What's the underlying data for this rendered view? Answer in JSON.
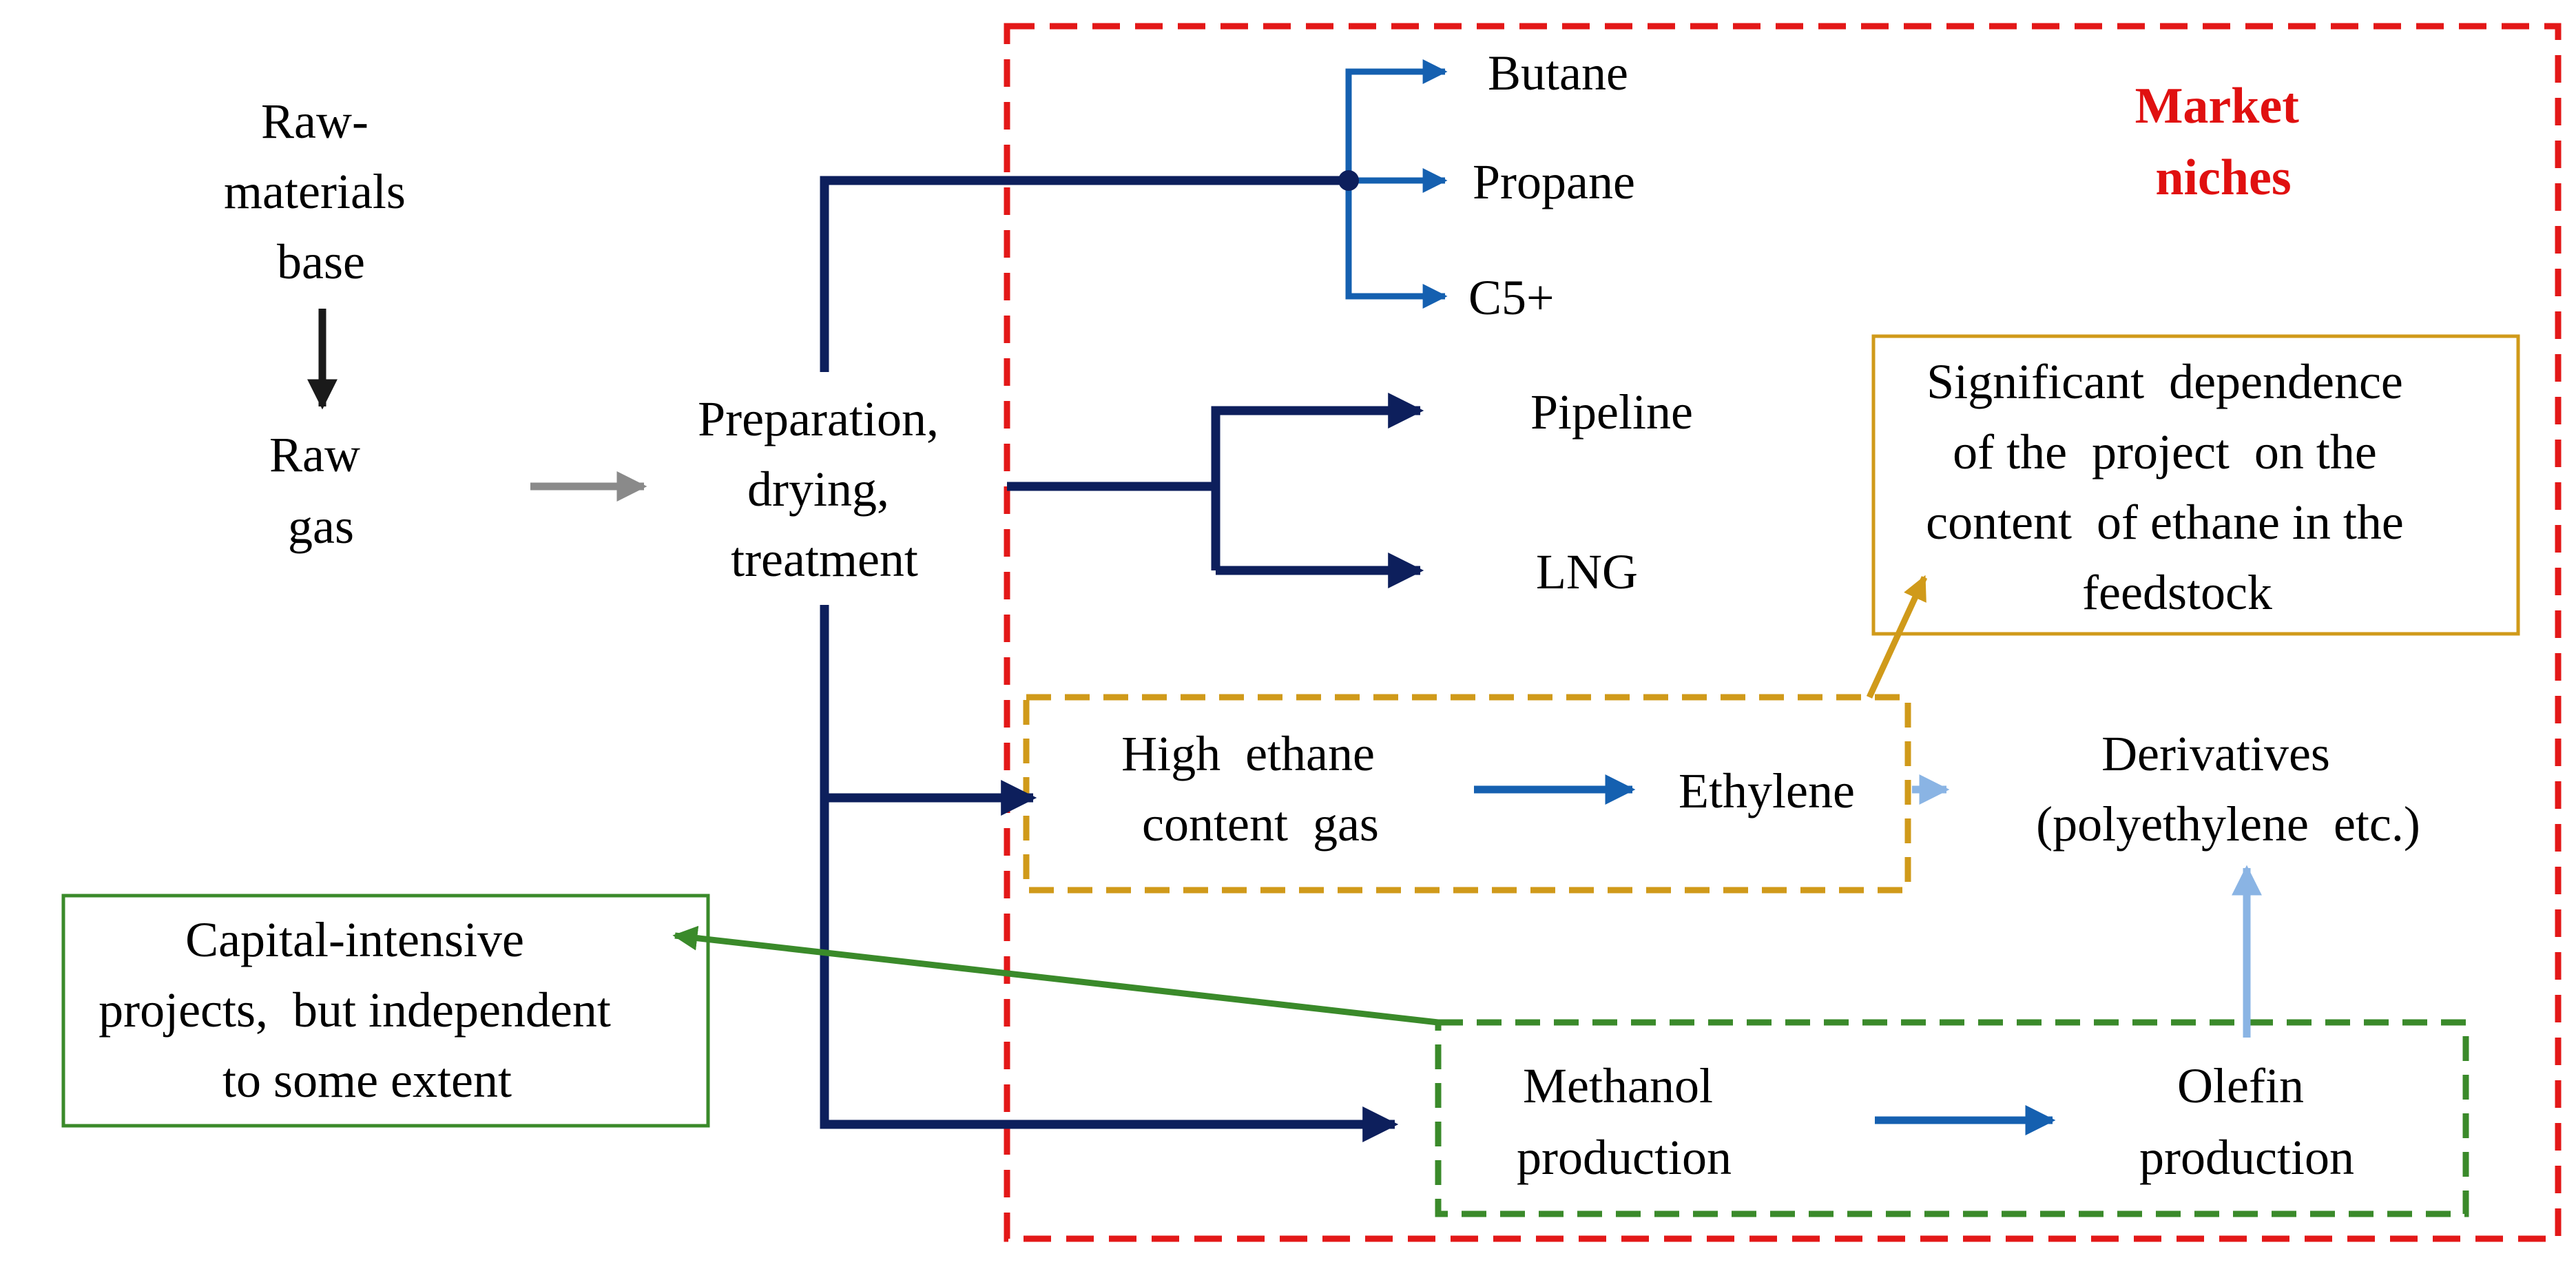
{
  "colors": {
    "market_border": "#e31818",
    "main_flow": "#0d1f5c",
    "sub_flow": "#1560b0",
    "light_flow": "#8ab4e4",
    "ethane_group": "#d09a1a",
    "methanol_group": "#3a8a2a",
    "raw_gas_arrow": "#8a8a8a",
    "down_arrow": "#1a1a1a",
    "text": "#000000",
    "market_text": "#e01010"
  },
  "nodes": {
    "raw_materials": [
      "Raw-",
      "materials",
      "base"
    ],
    "raw_gas": [
      "Raw",
      "gas"
    ],
    "preparation": [
      "Preparation,",
      "drying,",
      "treatment"
    ],
    "butane": "Butane",
    "propane": "Propane",
    "c5": "C5+",
    "pipeline": "Pipeline",
    "lng": "LNG",
    "high_ethane": [
      "High  ethane",
      "content  gas"
    ],
    "ethylene": "Ethylene",
    "derivatives": [
      "Derivatives",
      "(polyethylene  etc.)"
    ],
    "methanol": [
      "Methanol",
      "production"
    ],
    "olefin": [
      "Olefin",
      "production"
    ]
  },
  "callouts": {
    "market": [
      "Market",
      "niches"
    ],
    "ethane_dependence": [
      "Significant  dependence",
      "of the  project  on the",
      "content  of ethane in the",
      "feedstock"
    ],
    "capital": [
      "Capital-intensive",
      "projects,  but independent",
      "to some extent"
    ]
  }
}
